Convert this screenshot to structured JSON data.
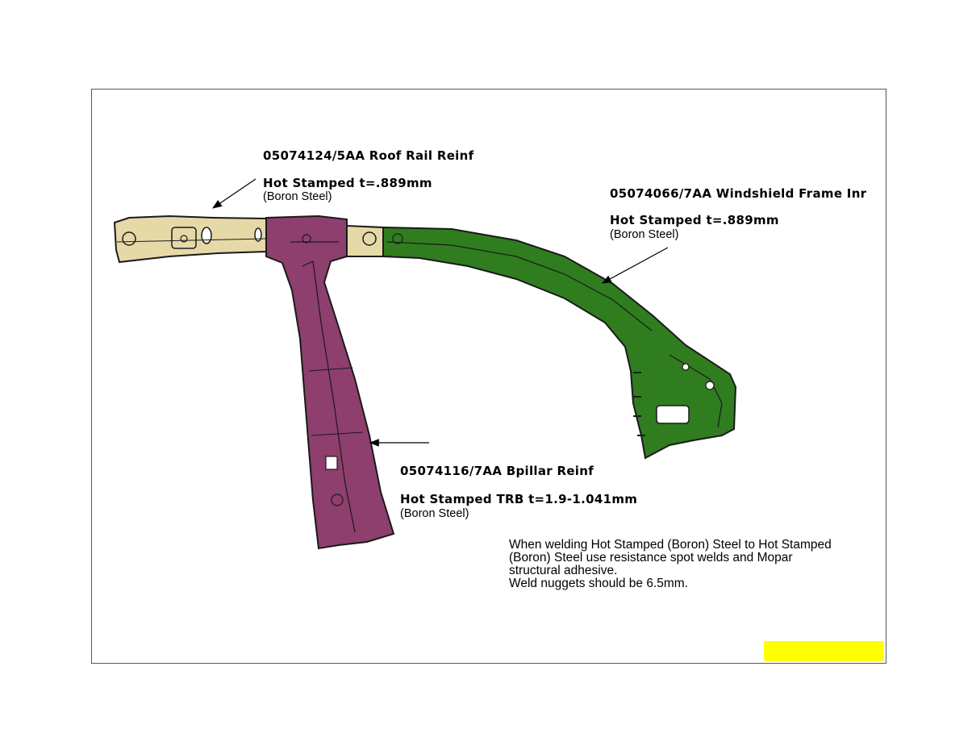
{
  "parts": {
    "roof_rail": {
      "part_number": "05074124/5AA Roof Rail Reinf",
      "process": "Hot Stamped t=.889mm",
      "material": "(Boron Steel)"
    },
    "windshield": {
      "part_number": "05074066/7AA Windshield Frame Inr",
      "process": "Hot Stamped t=.889mm",
      "material": "(Boron Steel)"
    },
    "bpillar": {
      "part_number": "05074116/7AA Bpillar Reinf",
      "process": "Hot Stamped TRB t=1.9-1.041mm",
      "material": "(Boron Steel)"
    }
  },
  "note": {
    "line1": "When welding Hot Stamped (Boron) Steel to Hot Stamped",
    "line2": "(Boron) Steel use resistance spot welds and Mopar",
    "line3": "structural adhesive.",
    "line4": "Weld nuggets should be 6.5mm."
  },
  "colors": {
    "roof_rail": "#e6d9a8",
    "bpillar": "#8e3f6e",
    "windshield": "#2f7d1f",
    "highlight": "#ffff00",
    "outline": "#1a1a1a"
  }
}
